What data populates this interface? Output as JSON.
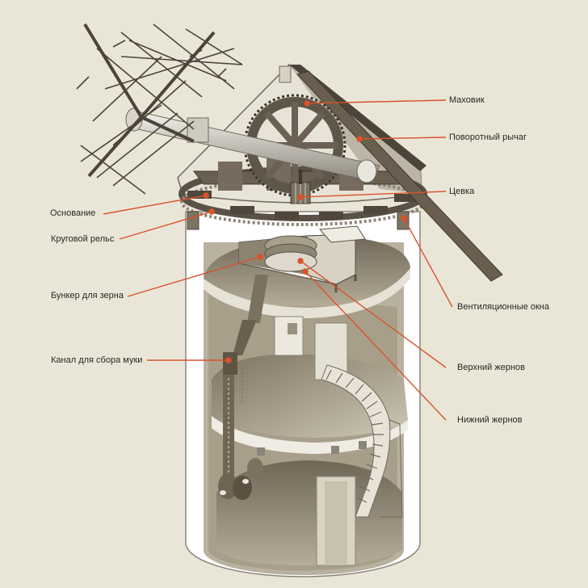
{
  "colors": {
    "background": "#e9e6d8",
    "leader": "#d9532b",
    "wall": "#ffffff",
    "outline": "#7a746a",
    "wood": "#6d6356",
    "wood_dark": "#4a4238",
    "floor": "#8d836f",
    "floor_light": "#c9c2b0",
    "interior": "#a39a86"
  },
  "labels": {
    "flywheel": "Маховик",
    "turning_lever": "Поворотный рычаг",
    "lantern_gear": "Цевка",
    "base": "Основание",
    "circular_rail": "Круговой рельс",
    "grain_hopper": "Бункер для зерна",
    "ventilation_windows": "Вентиляционные окна",
    "flour_channel": "Канал для сбора муки",
    "upper_millstone": "Верхний жернов",
    "lower_millstone": "Нижний жернов"
  }
}
